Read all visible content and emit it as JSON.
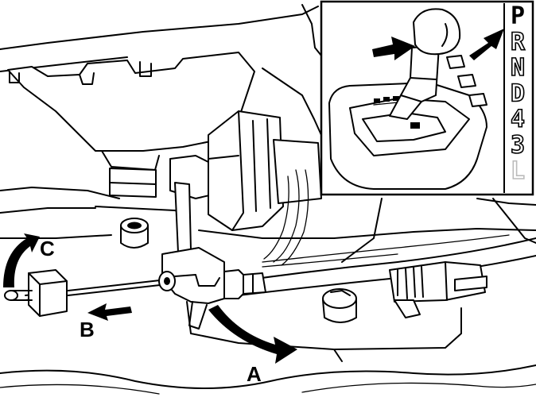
{
  "callouts": {
    "a": "A",
    "b": "B",
    "c": "C"
  },
  "gear_positions": [
    "P",
    "R",
    "N",
    "D",
    "4",
    "3",
    "L"
  ],
  "selected_gear": "P",
  "colors": {
    "line": "#000000",
    "background": "#ffffff",
    "gear_inactive": "#bbbbbb"
  }
}
